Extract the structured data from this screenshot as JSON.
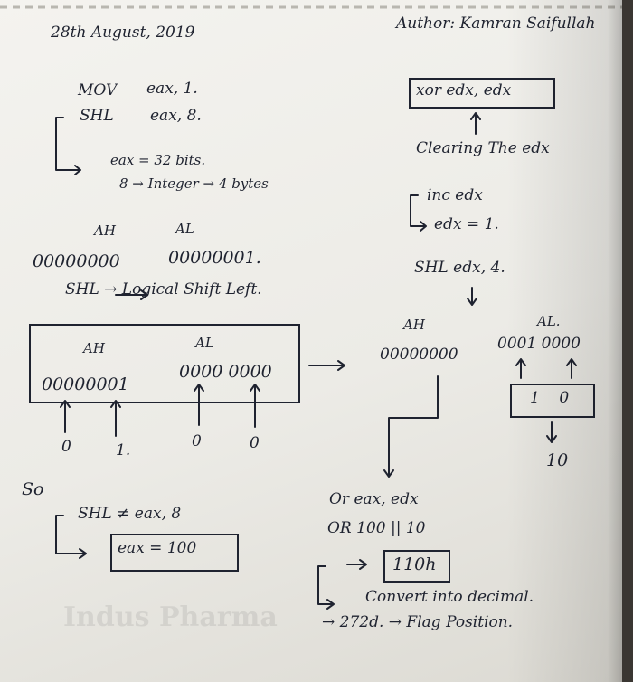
{
  "header": {
    "date": "28th August, 2019",
    "author": "Author: Kamran Saifullah"
  },
  "left": {
    "mov_op": "MOV",
    "mov_args": "eax, 1.",
    "shl_op": "SHL",
    "shl_args": "eax, 8.",
    "eax_bits": "eax = 32 bits.",
    "integer_line": "8 → Integer → 4 bytes",
    "ah_label": "AH",
    "al_label": "AL",
    "ah_bits": "00000000",
    "al_bits": "00000001.",
    "shl_meaning": "SHL → Logical Shift Left.",
    "box_ah_label": "AH",
    "box_al_label": "AL",
    "box_ah_bits": "00000001",
    "box_al_bits": "0000 0000",
    "below_0a": "0",
    "below_1": "1.",
    "below_0b": "0",
    "below_0c": "0",
    "so": "So",
    "shl_again": "SHL ≠ eax, 8",
    "eax_result": "eax = 100"
  },
  "right": {
    "xor": "xor edx, edx",
    "clearing": "Clearing The edx",
    "inc": "inc edx",
    "edx_one": "edx = 1.",
    "shl_edx": "SHL edx, 4.",
    "ah_label": "AH",
    "al_label": "AL.",
    "ah_bits": "00000000",
    "al_bits": "0001 0000",
    "bits_box": "1    0",
    "ten": "10",
    "or_line": "Or eax, edx",
    "or_values": "OR 100 || 10",
    "result": "110h",
    "convert": "Convert into decimal.",
    "flag": "→ 272d. → Flag Position."
  },
  "watermark": "Indus Pharma"
}
